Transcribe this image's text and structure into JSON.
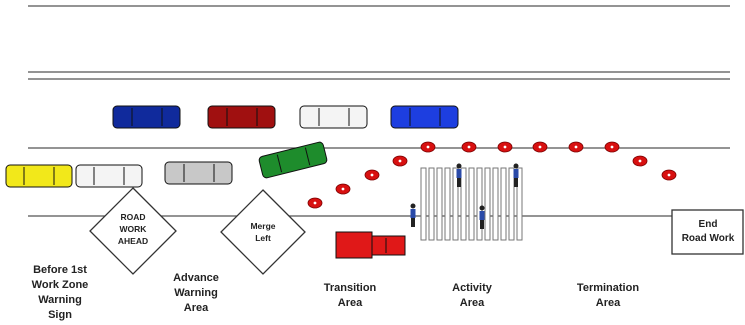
{
  "signs": {
    "road_work_ahead": [
      "ROAD",
      "WORK",
      "AHEAD"
    ],
    "merge_left": [
      "Merge",
      "Left"
    ],
    "end_road_work": [
      "End",
      "Road Work"
    ]
  },
  "zones": {
    "before": [
      "Before 1st",
      "Work Zone",
      "Warning",
      "Sign"
    ],
    "advance": [
      "Advance",
      "Warning",
      "Area"
    ],
    "transition": [
      "Transition",
      "Area"
    ],
    "activity": [
      "Activity",
      "Area"
    ],
    "termination": [
      "Termination",
      "Area"
    ]
  },
  "colors": {
    "car_blue_dark": "#102a9c",
    "car_red": "#a01010",
    "car_white": "#f4f4f4",
    "car_blue": "#1d3ee0",
    "car_yellow": "#f2e81a",
    "car_gray": "#c8c8c8",
    "car_green": "#1e8c2c",
    "truck_red": "#e01818",
    "cone": "#d81010"
  },
  "icons": {
    "cone": "traffic-cone-icon",
    "worker": "worker-icon",
    "car": "car-icon",
    "truck": "truck-icon"
  }
}
